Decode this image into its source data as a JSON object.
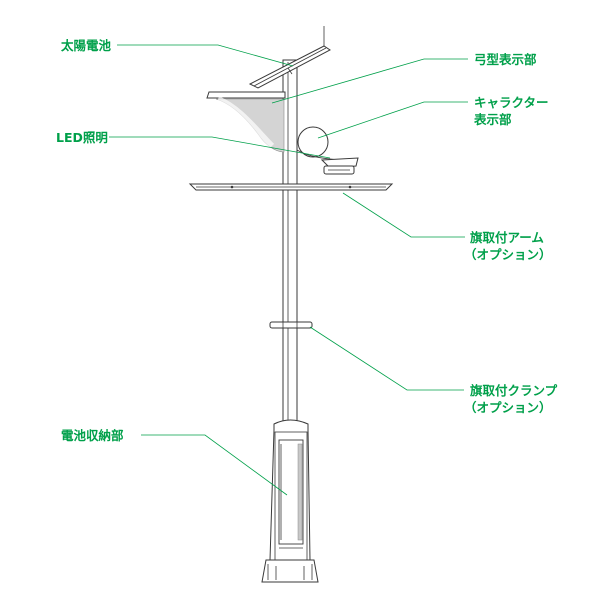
{
  "labels": {
    "solar_panel": "太陽電池",
    "bow_display_l1": "弓型表示部",
    "character_display_l1": "キャラクター",
    "character_display_l2": "表示部",
    "led_lighting": "LED照明",
    "flag_arm_l1": "旗取付アーム",
    "flag_arm_l2": "（オプション）",
    "flag_clamp_l1": "旗取付クランプ",
    "flag_clamp_l2": "（オプション）",
    "battery_housing": "電池収納部"
  },
  "colors": {
    "label_green": "#00a04a",
    "line_dark": "#3a3a3a",
    "shade_gray": "#c8c8c8"
  }
}
